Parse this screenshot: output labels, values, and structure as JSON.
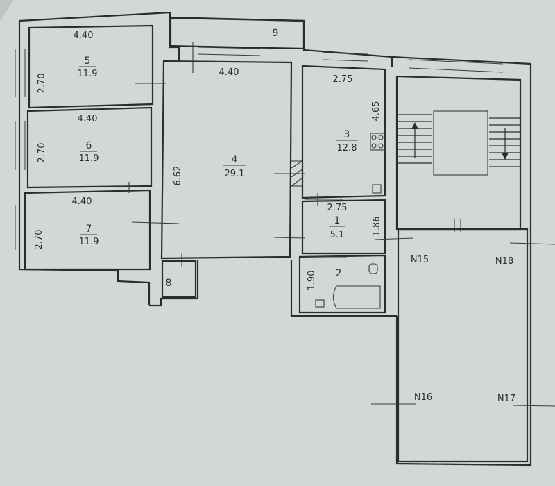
{
  "rooms": [
    {
      "id": "5",
      "area": "11.9",
      "width": "4.40",
      "height": "2.70"
    },
    {
      "id": "6",
      "area": "11.9",
      "width": "4.40",
      "height": "2.70"
    },
    {
      "id": "7",
      "area": "11.9",
      "width": "4.40",
      "height": "2.70"
    },
    {
      "id": "4",
      "area": "29.1",
      "width": "4.40",
      "height": "6.62"
    },
    {
      "id": "3",
      "area": "12.8",
      "width": "2.75",
      "height": "4.65"
    },
    {
      "id": "1",
      "area": "5.1",
      "width": "2.75",
      "height": "1.86"
    },
    {
      "id": "2",
      "height": "1.90"
    },
    {
      "id": "8"
    },
    {
      "id": "9"
    }
  ],
  "apartments": [
    "N15",
    "N18",
    "N16",
    "N17"
  ],
  "colors": {
    "paper": "#d6d9da",
    "ink": "#2a2c2e",
    "background": "#bfc3c4"
  }
}
